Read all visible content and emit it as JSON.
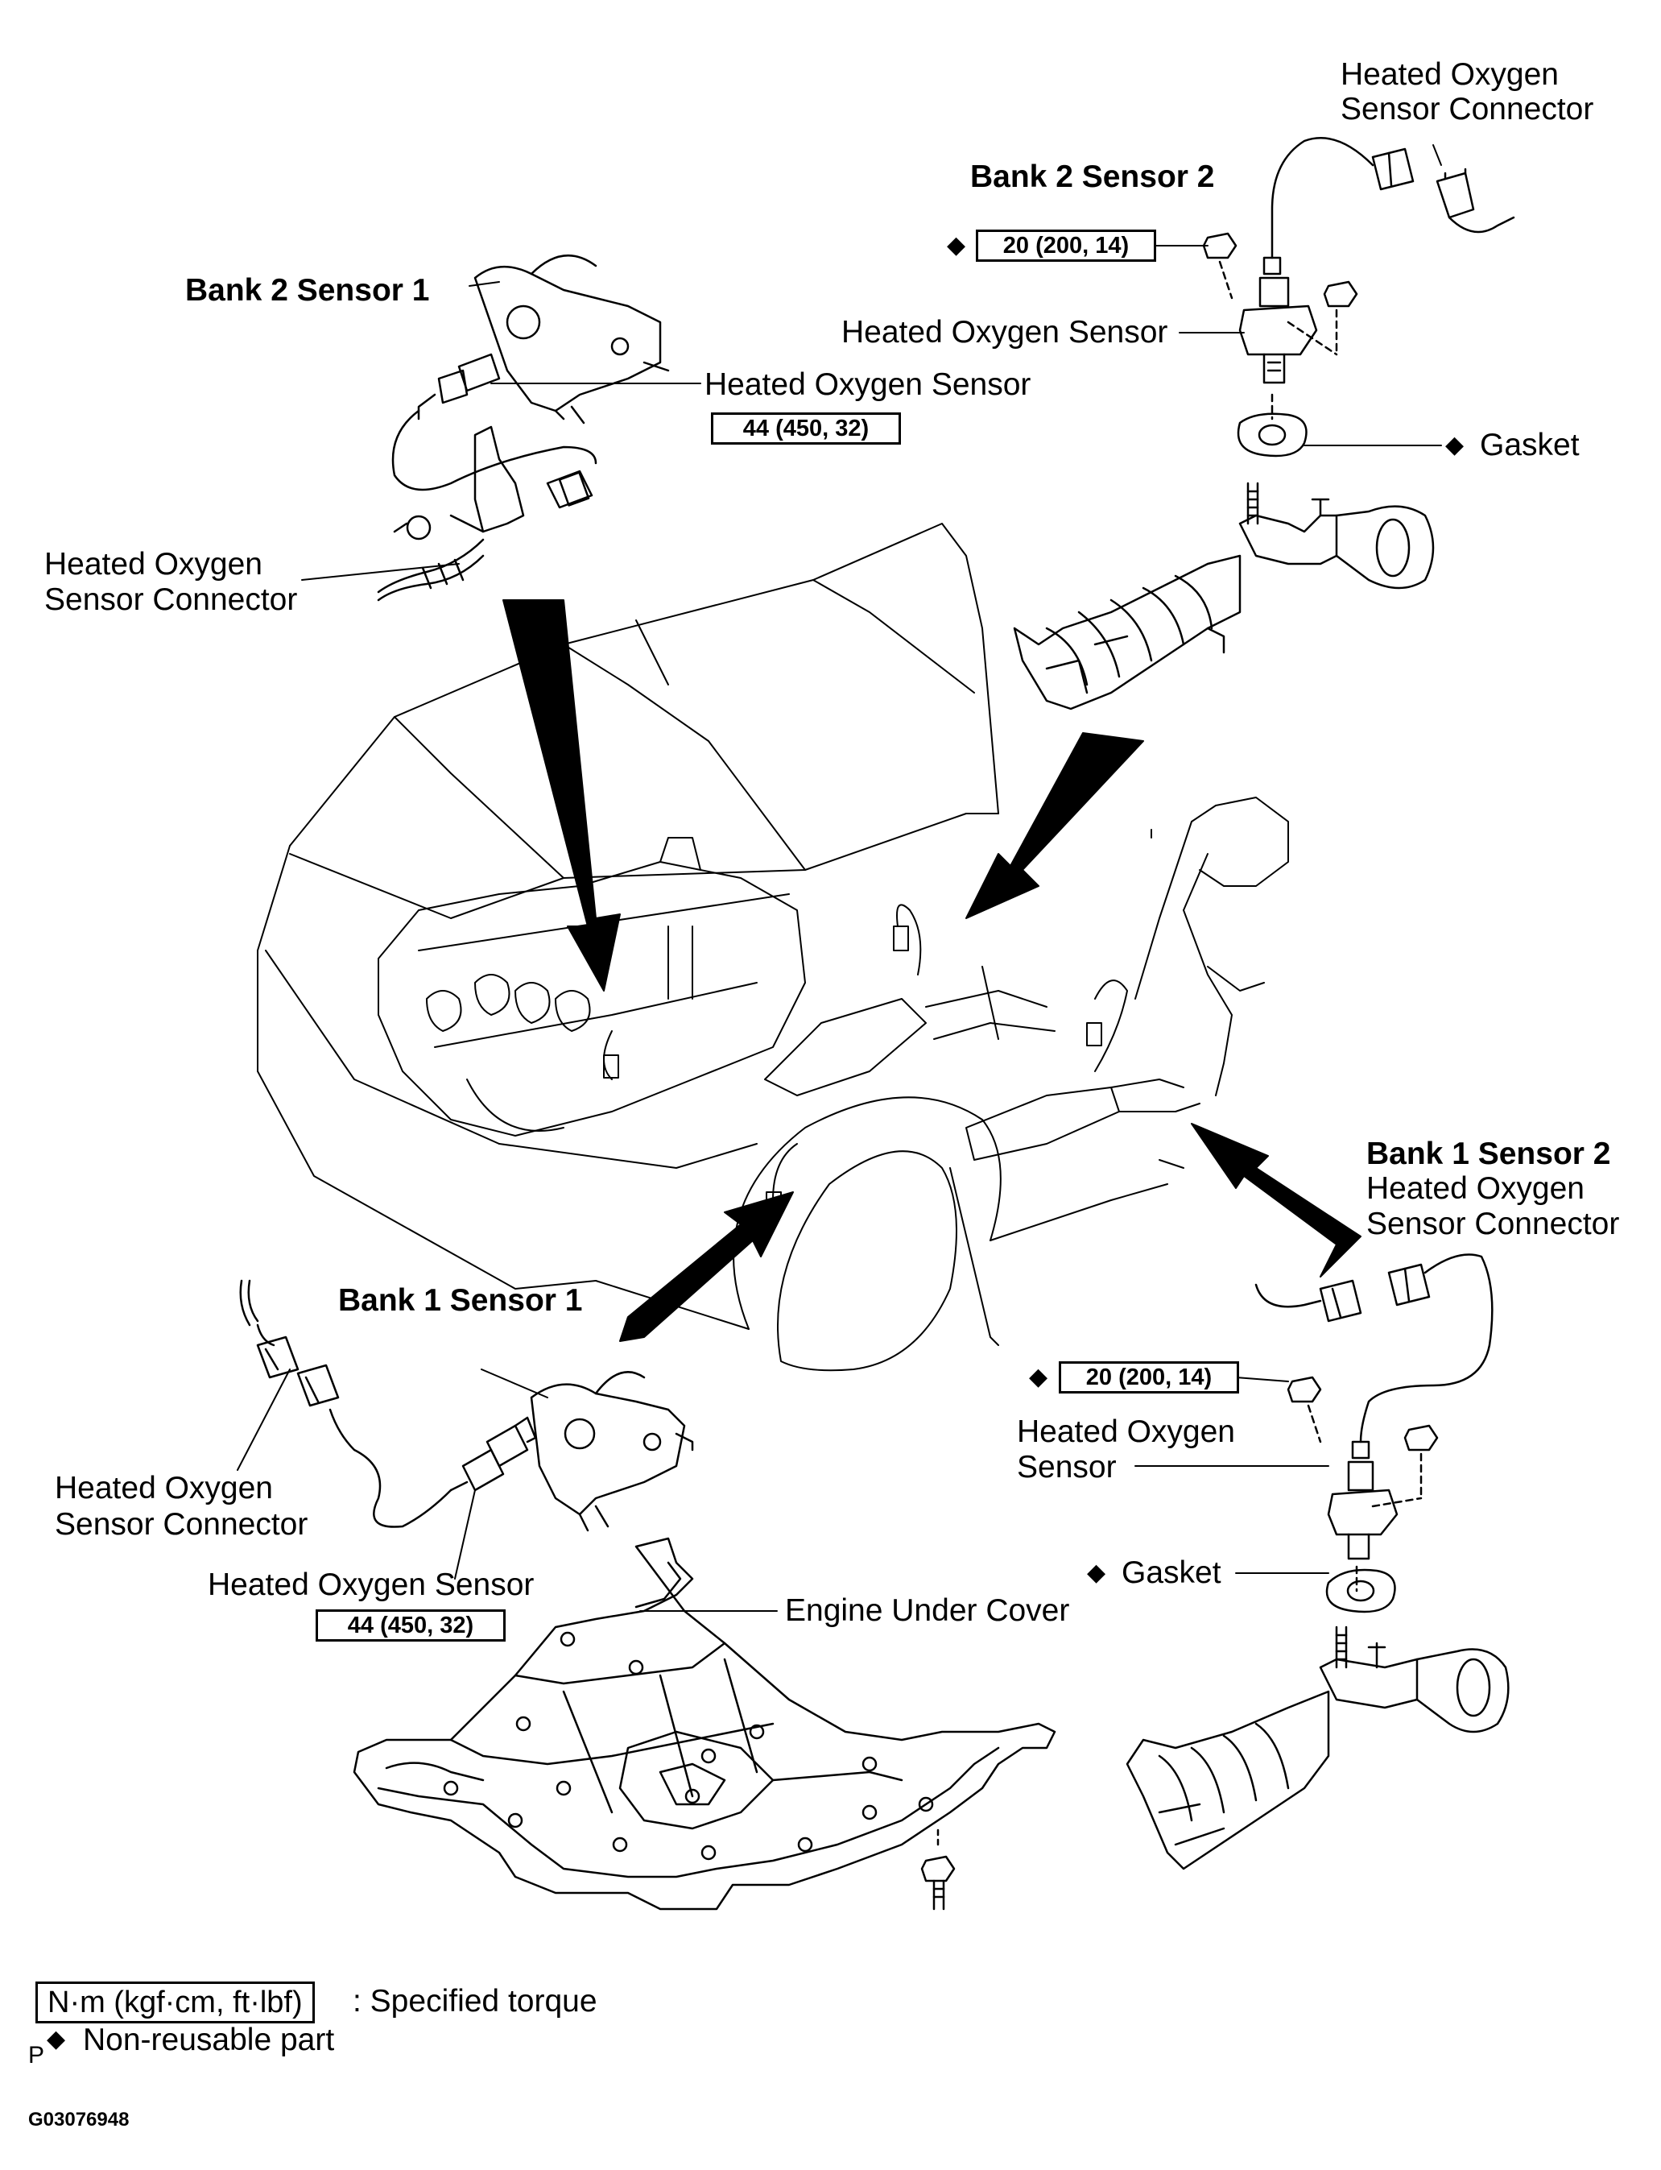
{
  "labels": {
    "bank2_sensor2": "Bank 2 Sensor 2",
    "bank2_sensor1": "Bank 2 Sensor 1",
    "bank1_sensor1": "Bank 1 Sensor 1",
    "bank1_sensor2": "Bank 1 Sensor 2",
    "b2s2_connector": [
      "Heated Oxygen",
      "Sensor Connector"
    ],
    "b2s2_sensor": "Heated Oxygen Sensor",
    "b2s2_gasket": "Gasket",
    "b2s1_sensor": "Heated Oxygen Sensor",
    "b2s1_connector": [
      "Heated Oxygen",
      "Sensor Connector"
    ],
    "b1s2_connector": [
      "Heated Oxygen",
      "Sensor Connector"
    ],
    "b1s2_sensor": [
      "Heated Oxygen",
      "Sensor"
    ],
    "b1s2_gasket": "Gasket",
    "b1s1_connector": [
      "Heated Oxygen",
      "Sensor Connector"
    ],
    "b1s1_sensor": "Heated Oxygen Sensor",
    "engine_under_cover": "Engine Under Cover"
  },
  "torque_specs": {
    "b2s2_nut": "20 (200, 14)",
    "b2s1_sensor": "44 (450, 32)",
    "b1s2_nut": "20 (200, 14)",
    "b1s1_sensor": "44 (450, 32)"
  },
  "legend": {
    "torque_units": "N·m (kgf·cm, ft·lbf)",
    "torque_desc": ": Specified torque",
    "nonreusable_desc": "Non-reusable part",
    "diamond_symbol": "◆",
    "p_mark": "P"
  },
  "figure_id": "G03076948",
  "colors": {
    "ink": "#000000",
    "paper": "#ffffff"
  }
}
